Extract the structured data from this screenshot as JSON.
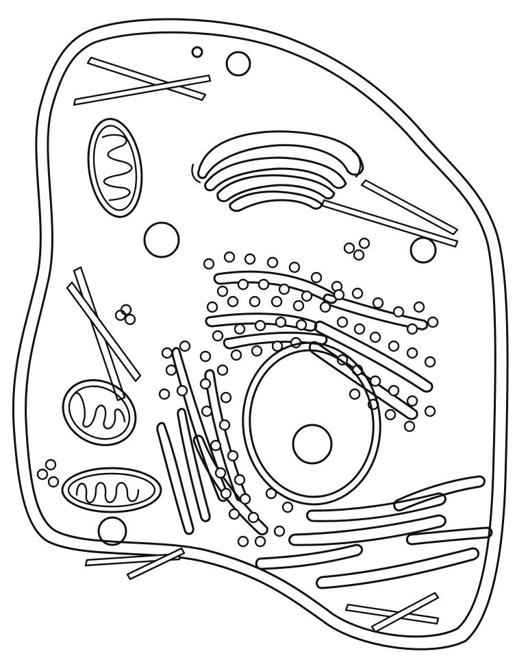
{
  "diagram": {
    "colors": {
      "background": "#ffffff",
      "ink": "#111111"
    },
    "parts": [
      "cell-membrane",
      "nucleus",
      "nucleolus",
      "rough-endoplasmic-reticulum",
      "ribosomes",
      "golgi-apparatus",
      "smooth-endoplasmic-reticulum",
      "mitochondria",
      "vacuoles",
      "cytoskeleton-filaments"
    ]
  }
}
